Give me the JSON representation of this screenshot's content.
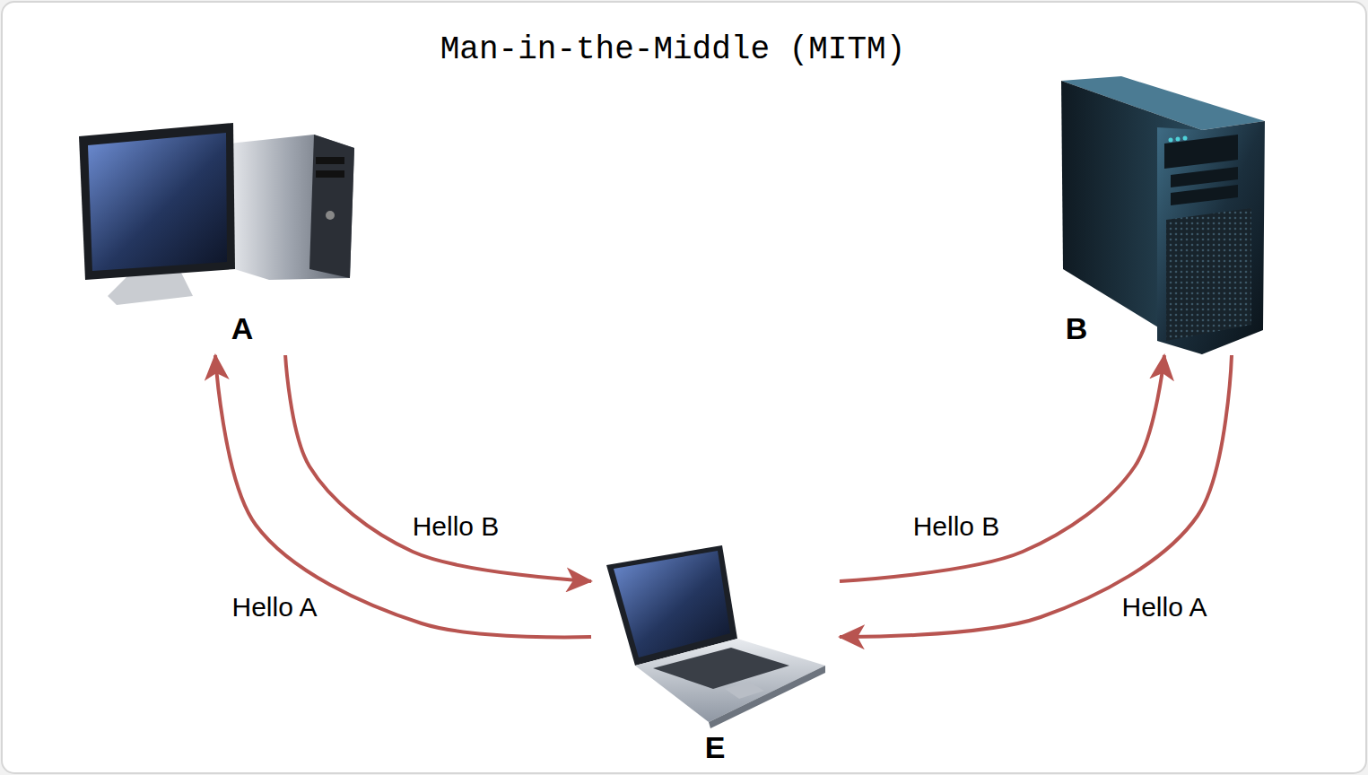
{
  "diagram": {
    "title": "Man-in-the-Middle (MITM)",
    "nodes": [
      {
        "text": [
          "A"
        ]
      },
      {
        "text": [
          "B"
        ]
      },
      {
        "text": [
          "E"
        ]
      }
    ],
    "edges": [
      {
        "from": 0,
        "to": 2,
        "label": "Hello B",
        "arrow": "to"
      },
      {
        "from": 2,
        "to": 1,
        "label": "Hello B",
        "arrow": "to"
      },
      {
        "from": 1,
        "to": 2,
        "label": "Hello A",
        "arrow": "to"
      },
      {
        "from": 2,
        "to": 0,
        "label": "Hello A",
        "arrow": "to"
      }
    ]
  }
}
